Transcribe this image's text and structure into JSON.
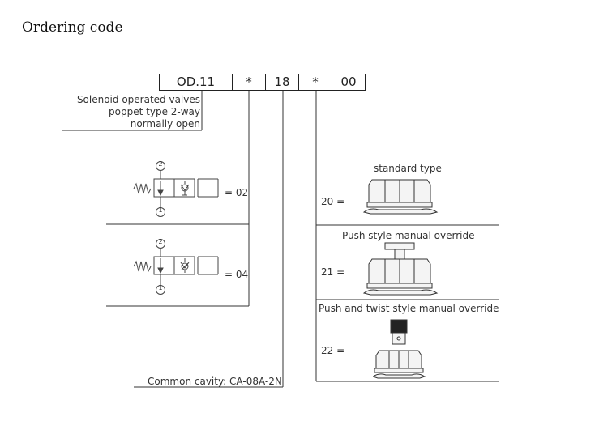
{
  "title": "Ordering code",
  "code": {
    "segments": [
      "OD.11",
      "*",
      "18",
      "*",
      "00"
    ]
  },
  "description": {
    "line1": "Solenoid operated valves",
    "line2": "poppet type 2-way",
    "line3": "normally open"
  },
  "options_left": [
    {
      "code": "= 02",
      "port_top": "2",
      "port_bottom": "1"
    },
    {
      "code": "= 04",
      "port_top": "2",
      "port_bottom": "1"
    }
  ],
  "cavity": "Common cavity: CA-08A-2N",
  "options_right": [
    {
      "label": "standard type",
      "code": "20 ="
    },
    {
      "label": "Push style manual override",
      "code": "21 ="
    },
    {
      "label": "Push and twist style manual override",
      "code": "22 ="
    }
  ]
}
